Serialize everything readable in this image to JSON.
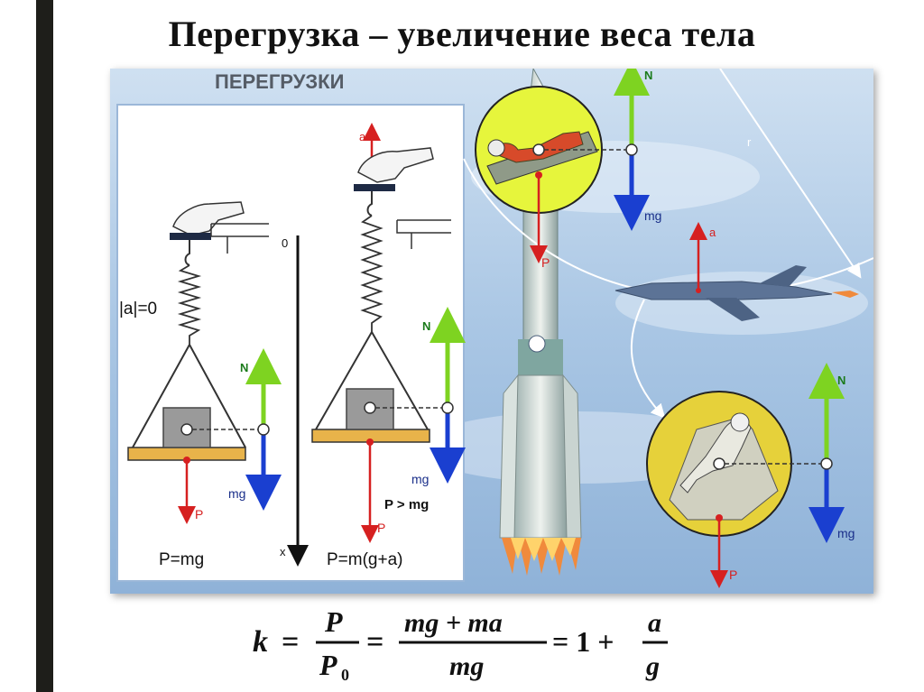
{
  "slide": {
    "title": "Перегрузка – увеличение веса тела"
  },
  "figure": {
    "header": "ПЕРЕГРУЗКИ",
    "colors": {
      "sky": "#b9d3ea",
      "panel": "#ffffff",
      "vector_n": "#7ed321",
      "vector_mg": "#1a3fd0",
      "vector_p": "#d62020",
      "circle_fill": "#e6f53c",
      "board": "#e8b34a"
    },
    "left_panel": {
      "accel_zero": "|a|=0",
      "axis_zero": "0",
      "axis_x": "x",
      "eq_rest": "P=mg",
      "eq_accel": "P=m(g+a)",
      "inequality": "P > mg"
    },
    "vectors": {
      "n": "N",
      "mg": "mg",
      "p": "P",
      "a": "a",
      "r": "r"
    }
  },
  "formula": {
    "k": "k",
    "eq": "=",
    "p": "P",
    "p0": "P",
    "p0_sub": "0",
    "num2": "mg + ma",
    "den2": "mg",
    "one_plus": "= 1 +",
    "a": "a",
    "g": "g"
  }
}
